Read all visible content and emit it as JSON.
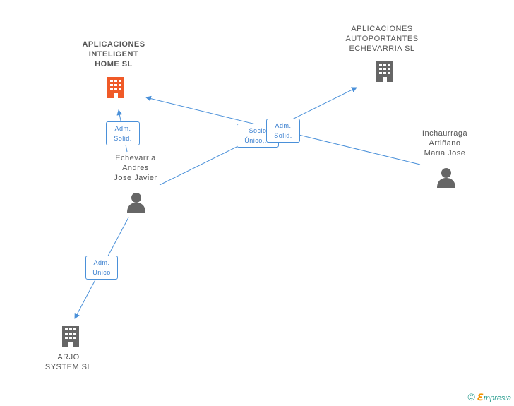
{
  "nodes": {
    "inteligent_home": {
      "lines": [
        "APLICACIONES",
        "INTELIGENT",
        "HOME  SL"
      ],
      "color": "#f05a28"
    },
    "autoportantes": {
      "lines": [
        "APLICACIONES",
        "AUTOPORTANTES",
        "ECHEVARRIA SL"
      ]
    },
    "echevarria": {
      "lines": [
        "Echevarria",
        "Andres",
        "Jose Javier"
      ]
    },
    "inchaurraga": {
      "lines": [
        "Inchaurraga",
        "Artiñano",
        "Maria Jose"
      ]
    },
    "arjo": {
      "lines": [
        "ARJO",
        "SYSTEM SL"
      ]
    }
  },
  "edges": {
    "adm_solid_left": [
      "Adm.",
      "Solid."
    ],
    "socio_unico": [
      "Socio",
      "Único,..."
    ],
    "adm_solid_center": [
      "Adm.",
      "Solid."
    ],
    "adm_unico": [
      "Adm.",
      "Unico"
    ]
  },
  "icons": {
    "company": "building-icon",
    "person": "person-icon"
  },
  "colors": {
    "edge": "#4a90d9",
    "icon_grey": "#666666",
    "highlight": "#f05a28"
  },
  "footer": {
    "copyright": "©",
    "brand_e": "ℇ",
    "brand_rest": "mpresia"
  }
}
